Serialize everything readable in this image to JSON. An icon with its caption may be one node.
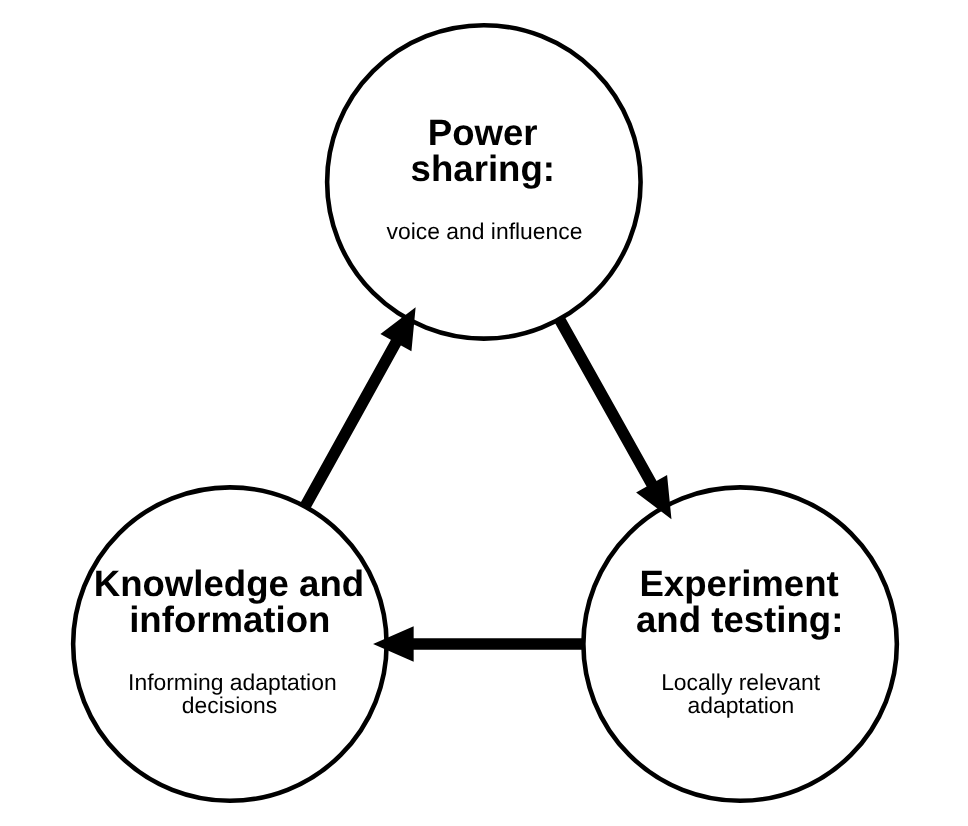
{
  "diagram": {
    "nodes": [
      {
        "text": [
          "Power sharing:",
          "voice and influence"
        ]
      },
      {
        "text": [
          "Experiment and testing:",
          "Locally relevant adaptation"
        ]
      },
      {
        "text": [
          "Knowledge and information",
          "Informing adaptation decisions"
        ]
      }
    ],
    "edges": [
      {
        "from": 0,
        "to": 1,
        "arrow": "to"
      },
      {
        "from": 1,
        "to": 2,
        "arrow": "to"
      },
      {
        "from": 2,
        "to": 0,
        "arrow": "to"
      }
    ]
  }
}
